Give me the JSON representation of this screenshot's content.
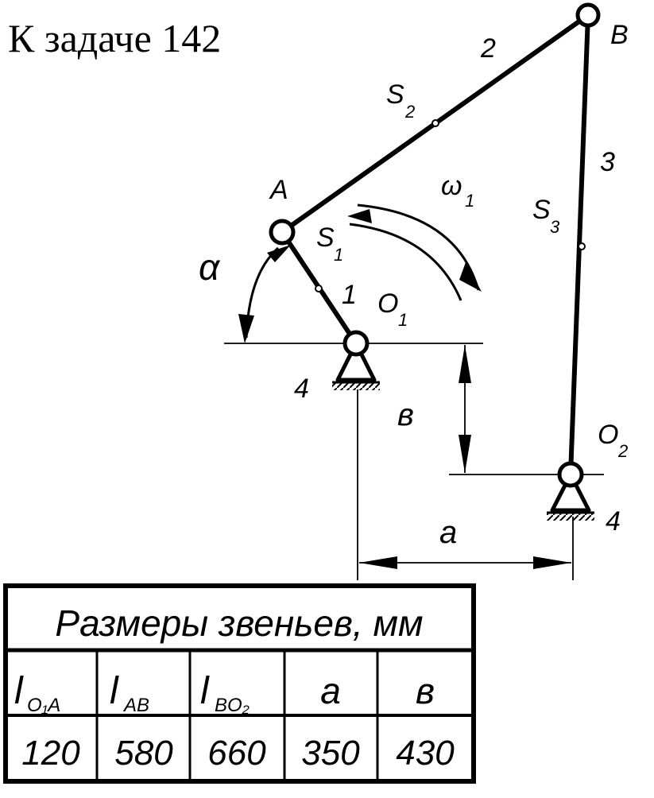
{
  "title": "К задаче 142",
  "labels": {
    "B": "B",
    "A": "A",
    "link2": "2",
    "link3": "3",
    "link1": "1",
    "S": "S",
    "sub1": "1",
    "sub2": "2",
    "sub3": "3",
    "omega": "ω",
    "alpha": "α",
    "O": "O",
    "ground1": "4",
    "ground2": "4",
    "dim_a": "a",
    "dim_b": "в"
  },
  "table": {
    "title": "Размеры звеньев, мм",
    "headers": [
      {
        "main": "l",
        "sub": "O₁A"
      },
      {
        "main": "l",
        "sub": "AB"
      },
      {
        "main": "l",
        "sub": "BO₂"
      },
      {
        "main": "a",
        "sub": ""
      },
      {
        "main": "в",
        "sub": ""
      }
    ],
    "values": [
      "120",
      "580",
      "660",
      "350",
      "430"
    ]
  }
}
